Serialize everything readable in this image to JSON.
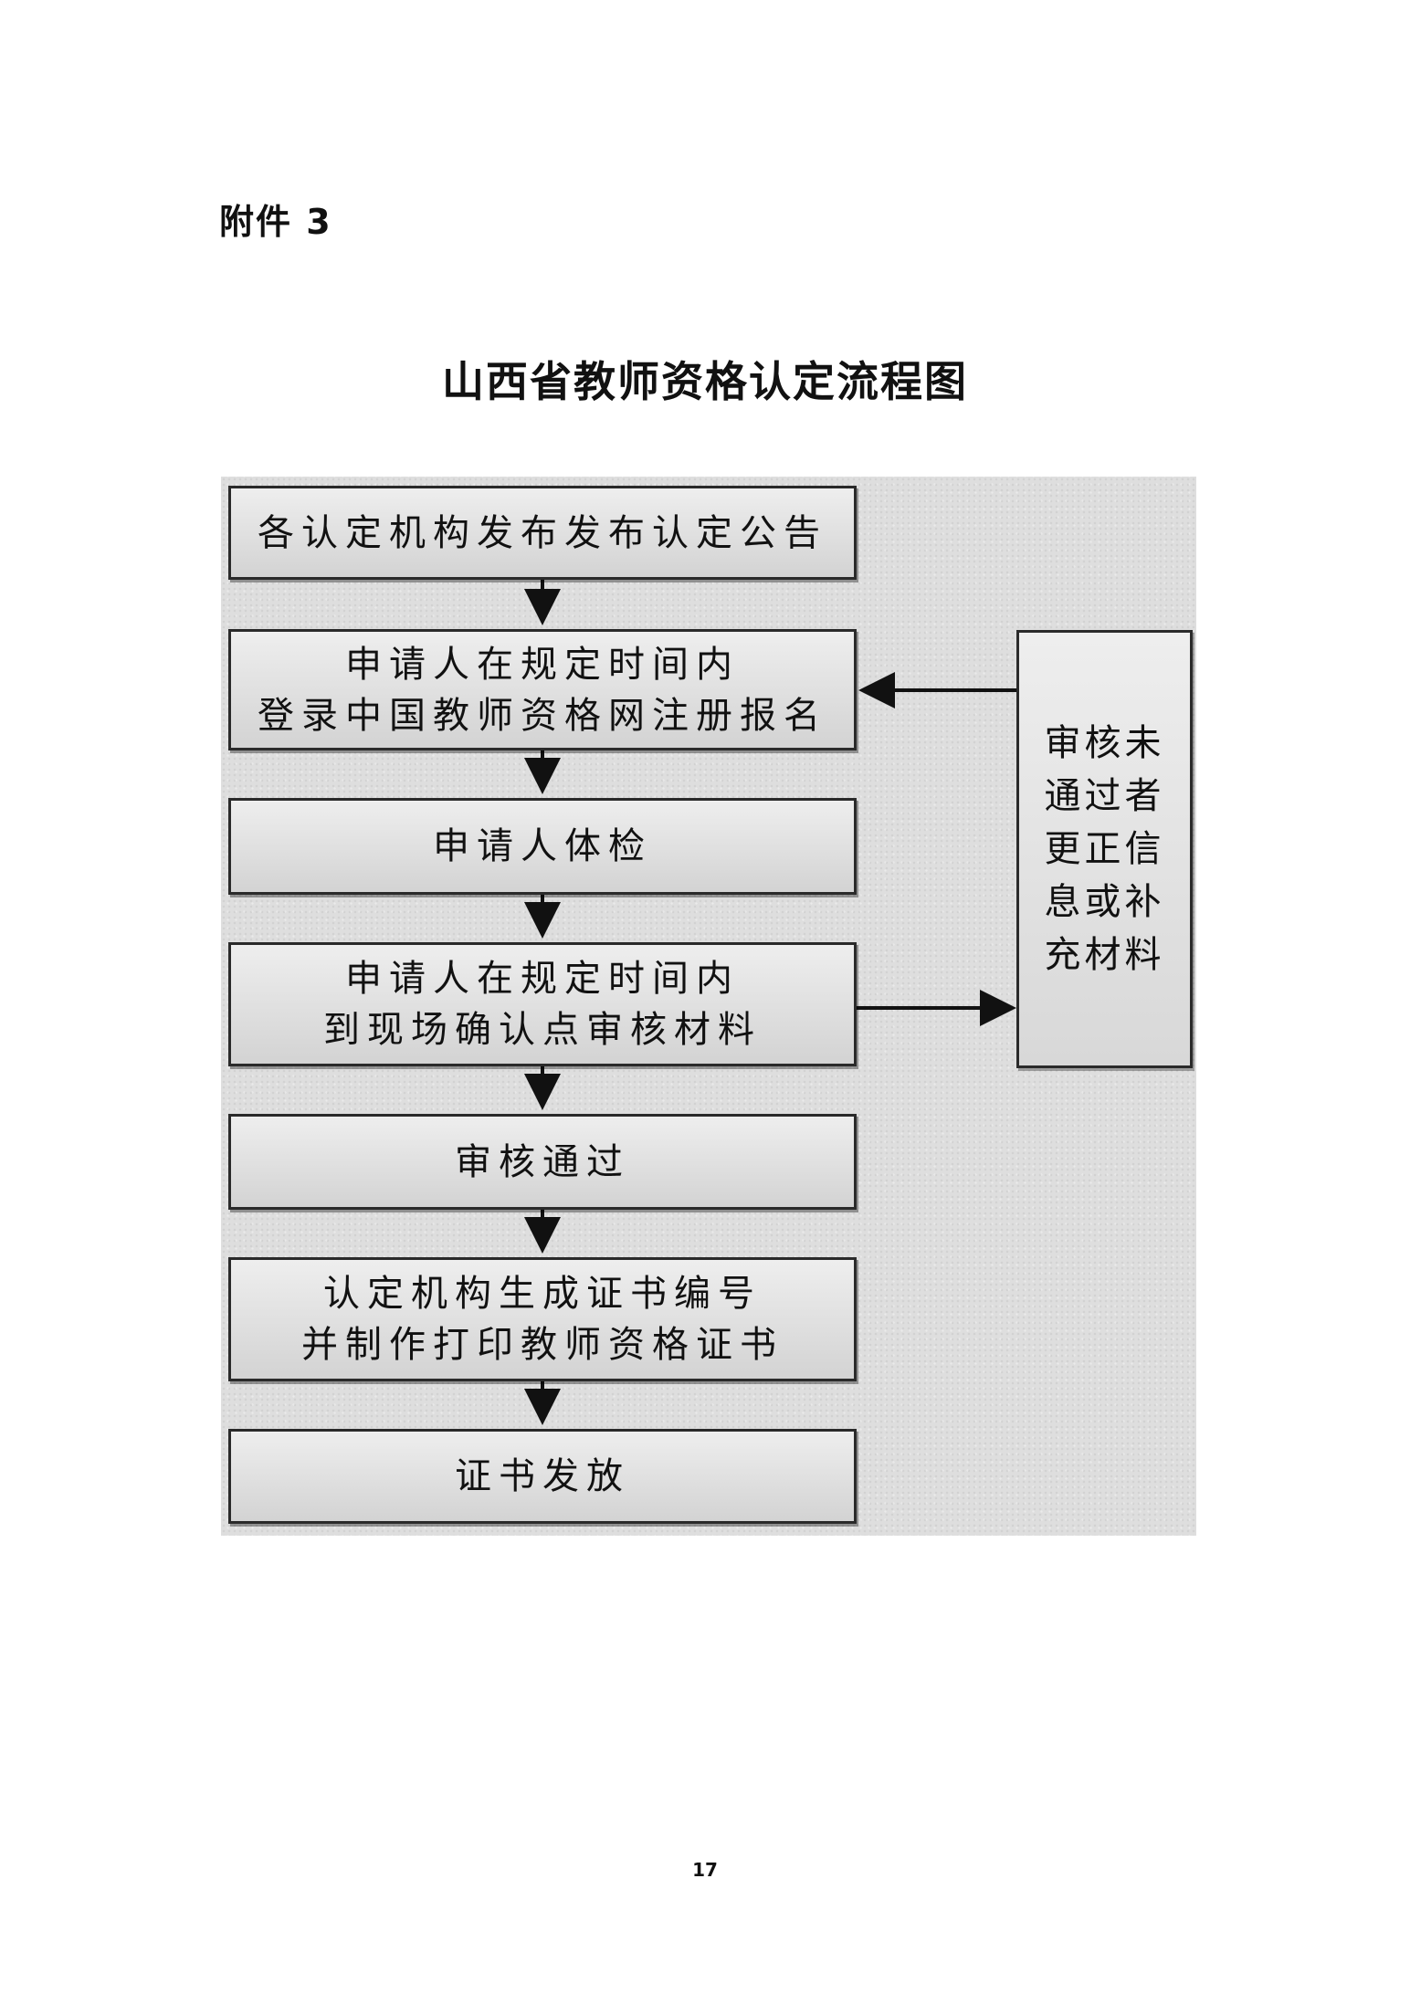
{
  "header": {
    "attachment_label": "附件 3"
  },
  "title": "山西省教师资格认定流程图",
  "flow": {
    "steps": [
      {
        "lines": [
          "各认定机构发布发布认定公告"
        ]
      },
      {
        "lines": [
          "申请人在规定时间内",
          "登录中国教师资格网注册报名"
        ]
      },
      {
        "lines": [
          "申请人体检"
        ]
      },
      {
        "lines": [
          "申请人在规定时间内",
          "到现场确认点审核材料"
        ]
      },
      {
        "lines": [
          "审核通过"
        ]
      },
      {
        "lines": [
          "认定机构生成证书编号",
          "并制作打印教师资格证书"
        ]
      },
      {
        "lines": [
          "证书发放"
        ]
      }
    ],
    "side_box": "审核未通过者更正信息或补充材料"
  },
  "footer": {
    "page_number": "17"
  }
}
